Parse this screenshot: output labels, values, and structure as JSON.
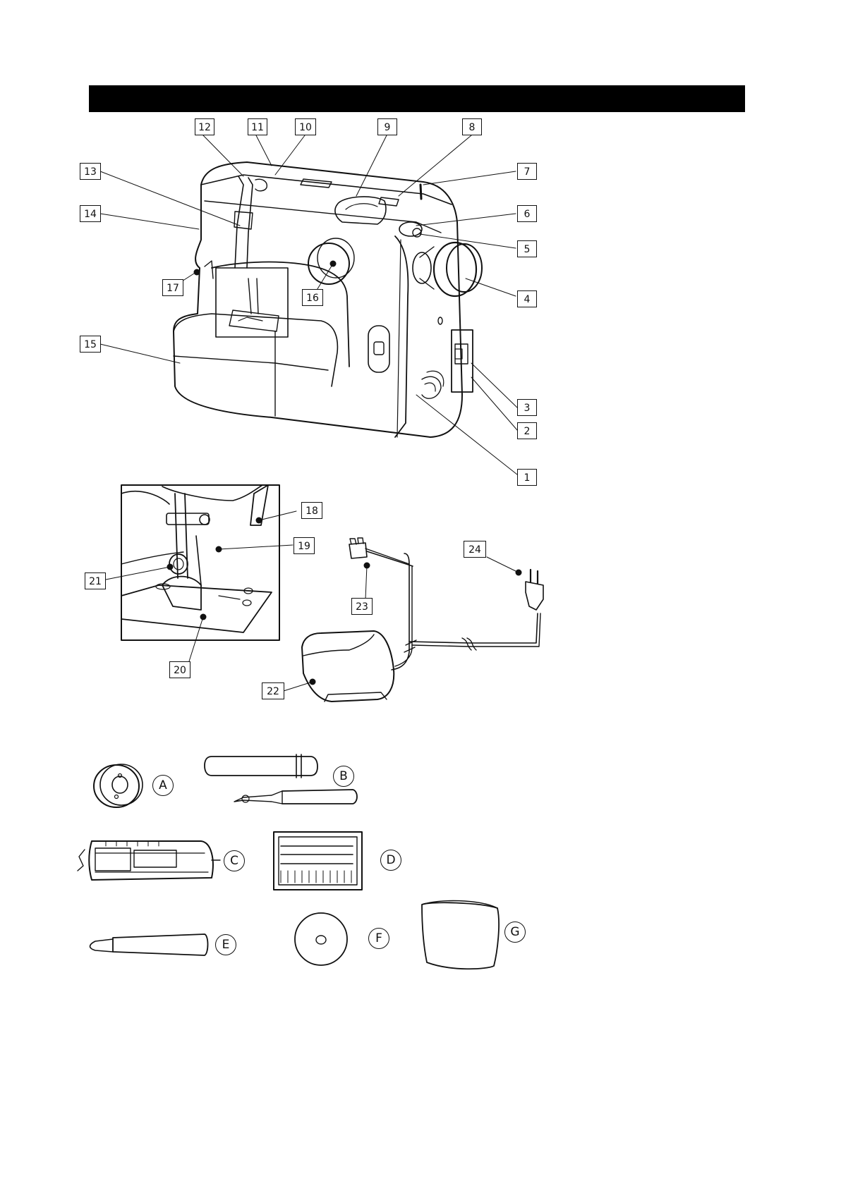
{
  "callouts": {
    "c1": "1",
    "c2": "2",
    "c3": "3",
    "c4": "4",
    "c5": "5",
    "c6": "6",
    "c7": "7",
    "c8": "8",
    "c9": "9",
    "c10": "10",
    "c11": "11",
    "c12": "12",
    "c13": "13",
    "c14": "14",
    "c15": "15",
    "c16": "16",
    "c17": "17",
    "c18": "18",
    "c19": "19",
    "c20": "20",
    "c21": "21",
    "c22": "22",
    "c23": "23",
    "c24": "24"
  },
  "accessories": {
    "a": "A",
    "b": "B",
    "c": "C",
    "d": "D",
    "e": "E",
    "f": "F",
    "g": "G"
  },
  "colors": {
    "ink": "#111111",
    "header_bar": "#000000",
    "paper": "#ffffff"
  }
}
